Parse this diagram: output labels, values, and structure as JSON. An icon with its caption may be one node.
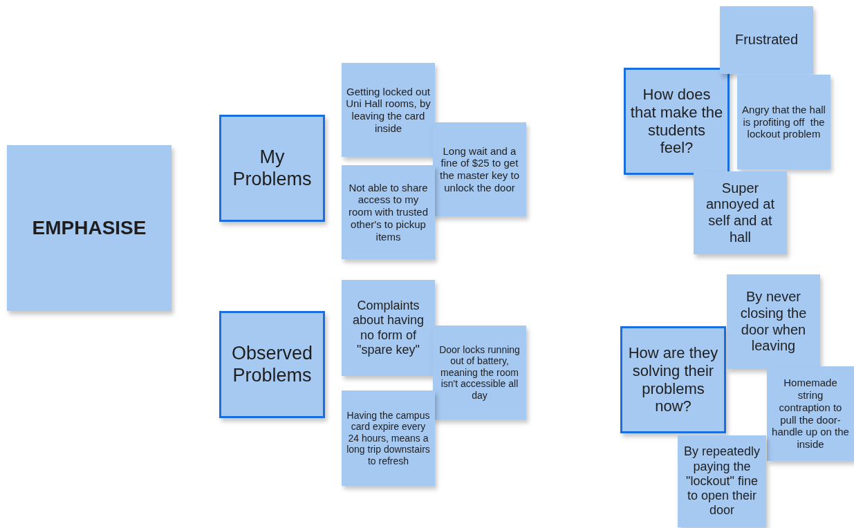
{
  "diagram": {
    "nodes": [
      {
        "text": [
          "EMPHASISE"
        ]
      },
      {
        "text": [
          "My Problems"
        ]
      },
      {
        "text": [
          "Getting locked out Uni Hall rooms, by leaving the card inside"
        ]
      },
      {
        "text": [
          "Long wait and a fine of $25 to get the master key to unlock the door"
        ]
      },
      {
        "text": [
          "Not able to share access to my room with trusted other's to pickup items"
        ]
      },
      {
        "text": [
          "Observed Problems"
        ]
      },
      {
        "text": [
          "Complaints about having no form of \"spare key\""
        ]
      },
      {
        "text": [
          "Door locks running out of battery, meaning the room isn't accessible all day"
        ]
      },
      {
        "text": [
          "Having the campus card expire every 24 hours, means a long trip downstairs to refresh"
        ]
      },
      {
        "text": [
          "How does that make the students feel?"
        ]
      },
      {
        "text": [
          "Frustrated"
        ]
      },
      {
        "text": [
          "Angry that the hall is profiting off  the lockout problem"
        ]
      },
      {
        "text": [
          "Super annoyed at self and at hall"
        ]
      },
      {
        "text": [
          "How are they solving their problems now?"
        ]
      },
      {
        "text": [
          "By never closing the door when leaving"
        ]
      },
      {
        "text": [
          "Homemade string contraption to pull the door-handle up on the inside"
        ]
      },
      {
        "text": [
          "By repeatedly paying the \"lockout\" fine to open their door"
        ]
      }
    ],
    "edges": []
  }
}
